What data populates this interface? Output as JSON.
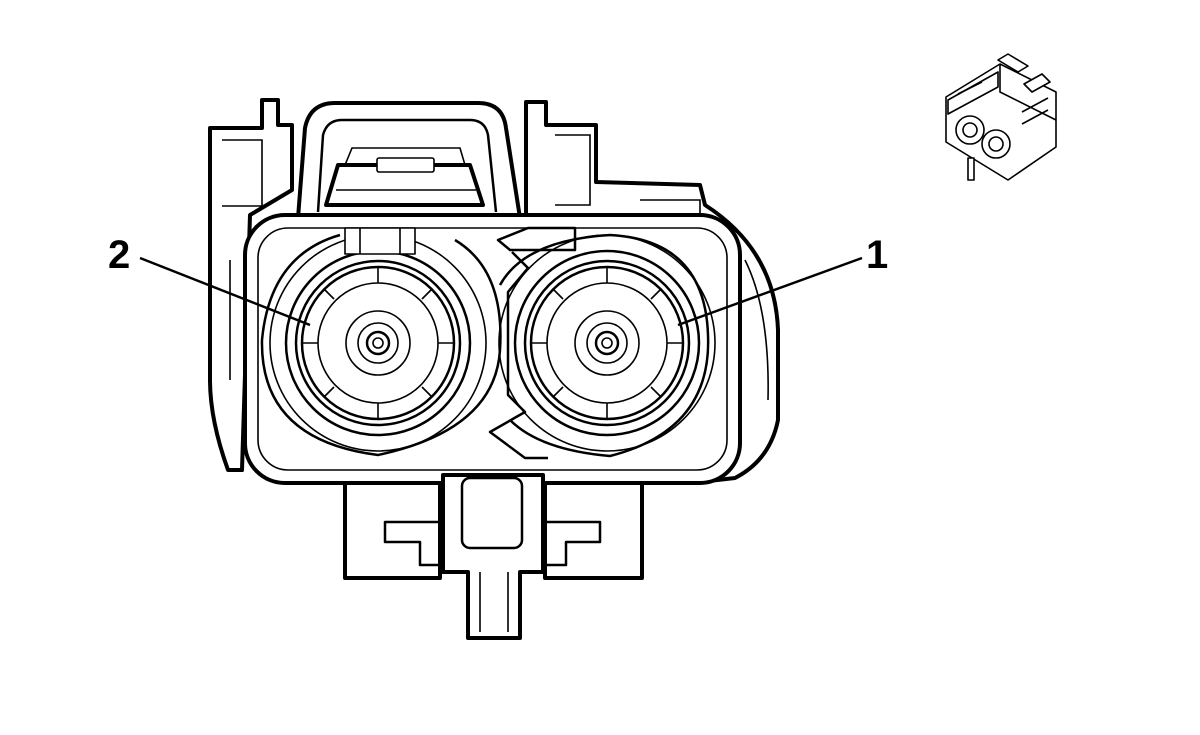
{
  "callouts": [
    {
      "id": "pin-1",
      "label": "1"
    },
    {
      "id": "pin-2",
      "label": "2"
    }
  ],
  "colors": {
    "line": "#000000",
    "background": "#ffffff"
  }
}
